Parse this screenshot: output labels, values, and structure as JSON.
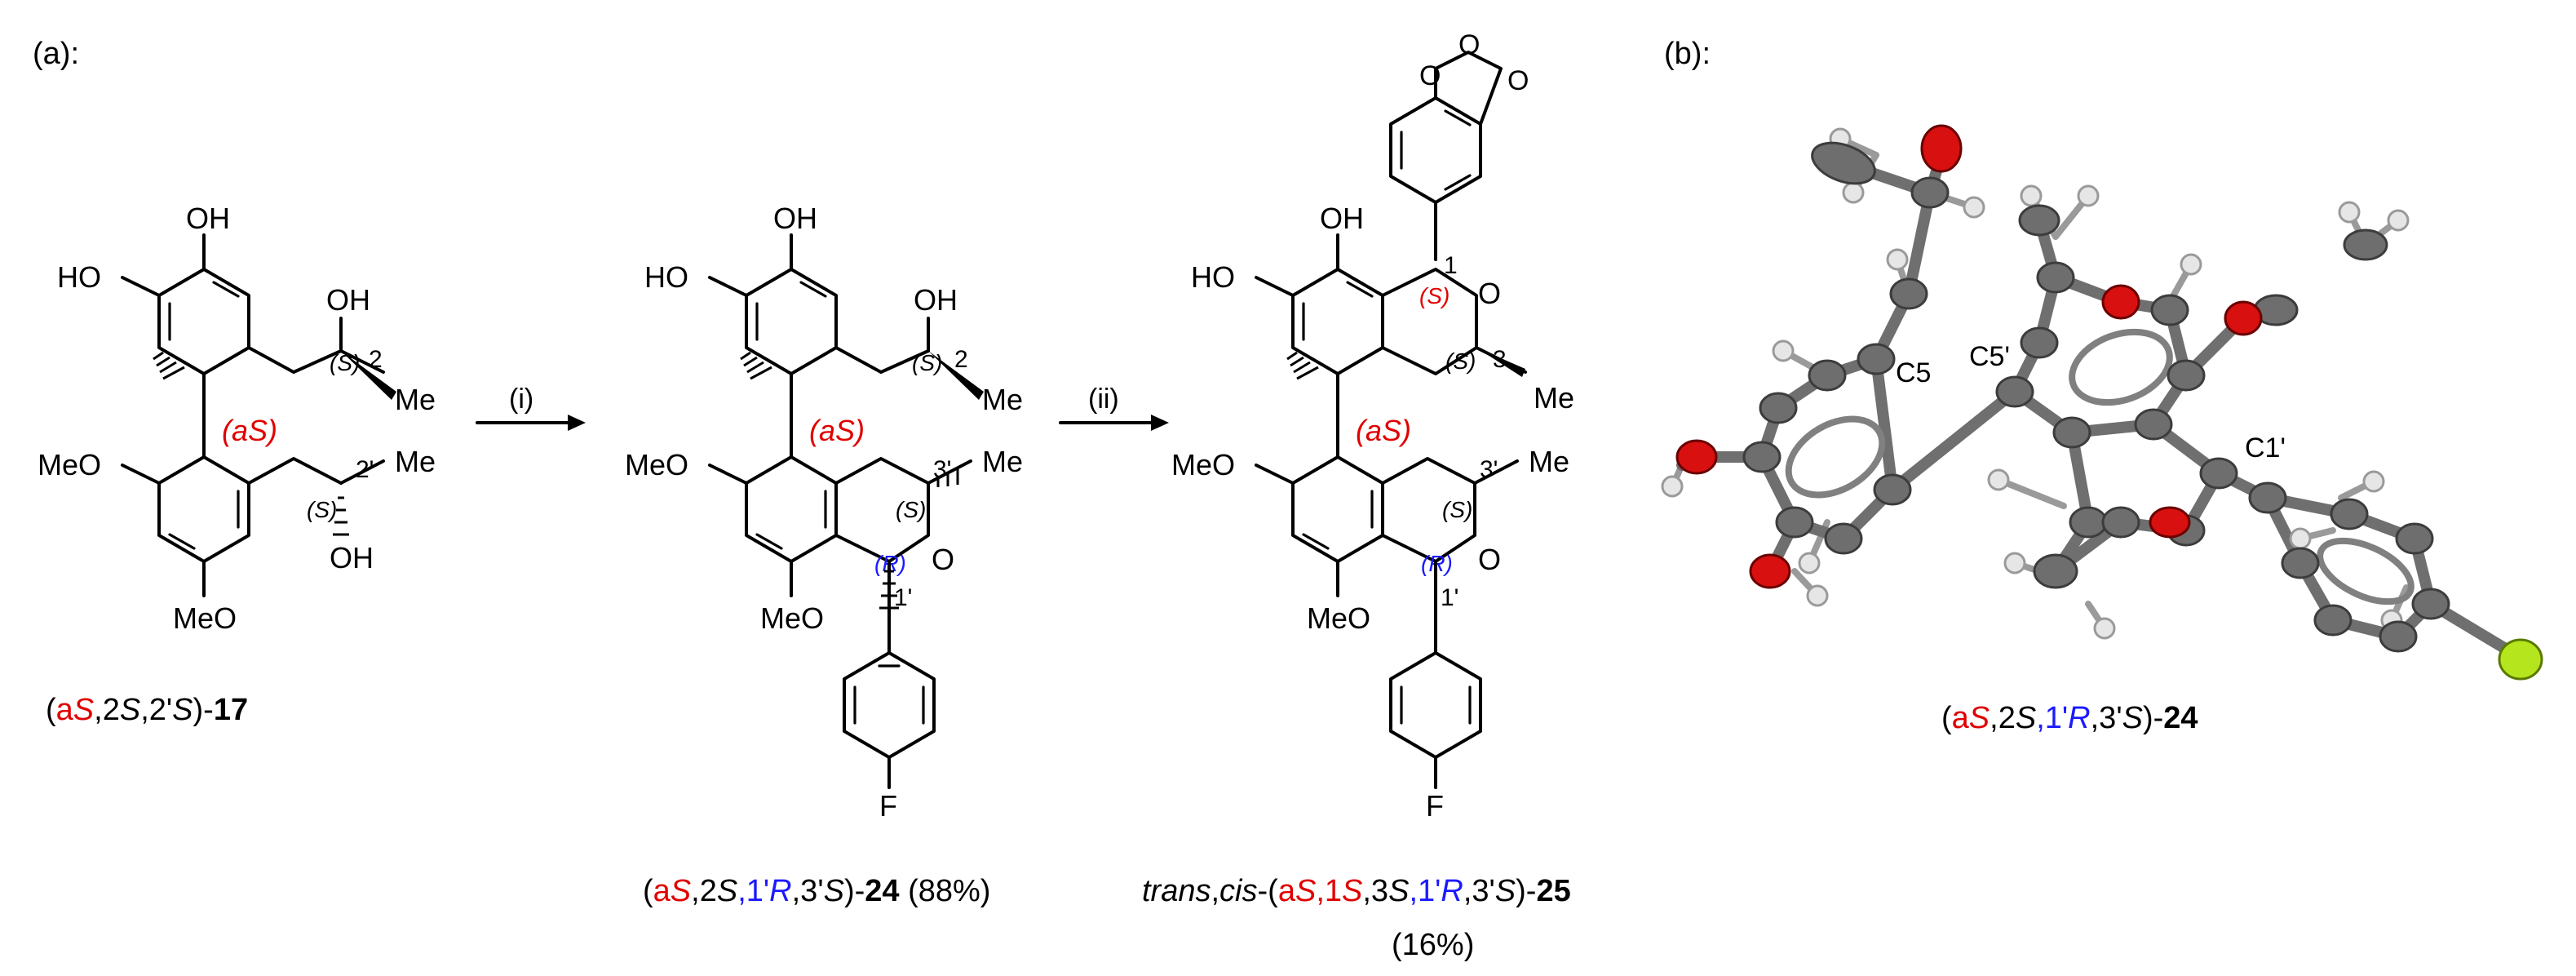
{
  "panels": {
    "a_label": "(a):",
    "b_label": "(b):"
  },
  "reagents": {
    "step1": "(i)",
    "step2": "(ii)"
  },
  "atoms": {
    "OH": "OH",
    "HO": "HO",
    "MeO": "MeO",
    "Me": "Me",
    "O": "O",
    "F": "F"
  },
  "stereo": {
    "aS": "(aS)",
    "S": "(S)",
    "R": "(R)",
    "n2": "2",
    "n2p": "2'",
    "n3": "3",
    "n3p": "3'",
    "n1": "1",
    "n1p": "1'"
  },
  "compounds": {
    "c17": {
      "parts": [
        {
          "t": "(",
          "c": "black"
        },
        {
          "t": "a",
          "c": "red"
        },
        {
          "t": "S",
          "c": "red",
          "i": true
        },
        {
          "t": ",2",
          "c": "black"
        },
        {
          "t": "S",
          "c": "black",
          "i": true
        },
        {
          "t": ",2'",
          "c": "black"
        },
        {
          "t": "S",
          "c": "black",
          "i": true
        },
        {
          "t": ")-",
          "c": "black"
        },
        {
          "t": "17",
          "c": "black",
          "b": true
        }
      ]
    },
    "c24": {
      "parts": [
        {
          "t": "(",
          "c": "black"
        },
        {
          "t": "a",
          "c": "red"
        },
        {
          "t": "S",
          "c": "red",
          "i": true
        },
        {
          "t": ",2",
          "c": "black"
        },
        {
          "t": "S",
          "c": "black",
          "i": true
        },
        {
          "t": ",1'",
          "c": "blue"
        },
        {
          "t": "R",
          "c": "blue",
          "i": true
        },
        {
          "t": ",3'",
          "c": "black"
        },
        {
          "t": "S",
          "c": "black",
          "i": true
        },
        {
          "t": ")-",
          "c": "black"
        },
        {
          "t": "24",
          "c": "black",
          "b": true
        },
        {
          "t": " (88%)",
          "c": "black"
        }
      ]
    },
    "c25": {
      "parts": [
        {
          "t": "trans",
          "c": "black",
          "i": true
        },
        {
          "t": ",",
          "c": "black"
        },
        {
          "t": "cis",
          "c": "black",
          "i": true
        },
        {
          "t": "-(",
          "c": "black"
        },
        {
          "t": "a",
          "c": "red"
        },
        {
          "t": "S",
          "c": "red",
          "i": true
        },
        {
          "t": ",1",
          "c": "red"
        },
        {
          "t": "S",
          "c": "red",
          "i": true
        },
        {
          "t": ",3",
          "c": "black"
        },
        {
          "t": "S",
          "c": "black",
          "i": true
        },
        {
          "t": ",1'",
          "c": "blue"
        },
        {
          "t": "R",
          "c": "blue",
          "i": true
        },
        {
          "t": ",3'",
          "c": "black"
        },
        {
          "t": "S",
          "c": "black",
          "i": true
        },
        {
          "t": ")-",
          "c": "black"
        },
        {
          "t": "25",
          "c": "black",
          "b": true
        }
      ],
      "yield": "(16%)"
    },
    "c24_crystal": {
      "parts": [
        {
          "t": "(",
          "c": "black"
        },
        {
          "t": "a",
          "c": "red"
        },
        {
          "t": "S",
          "c": "red",
          "i": true
        },
        {
          "t": ",2",
          "c": "black"
        },
        {
          "t": "S",
          "c": "black",
          "i": true
        },
        {
          "t": ",1'",
          "c": "blue"
        },
        {
          "t": "R",
          "c": "blue",
          "i": true
        },
        {
          "t": ",3'",
          "c": "black"
        },
        {
          "t": "S",
          "c": "black",
          "i": true
        },
        {
          "t": ")-",
          "c": "black"
        },
        {
          "t": "24",
          "c": "black",
          "b": true
        }
      ]
    }
  },
  "crystal_labels": {
    "c5": "C5",
    "c5p": "C5'",
    "c1p": "C1'"
  },
  "colors": {
    "red": "#e00000",
    "blue": "#1a1aff",
    "oxygen": "#d81010",
    "fluorine": "#b5e61d",
    "carbon": "#707070"
  }
}
